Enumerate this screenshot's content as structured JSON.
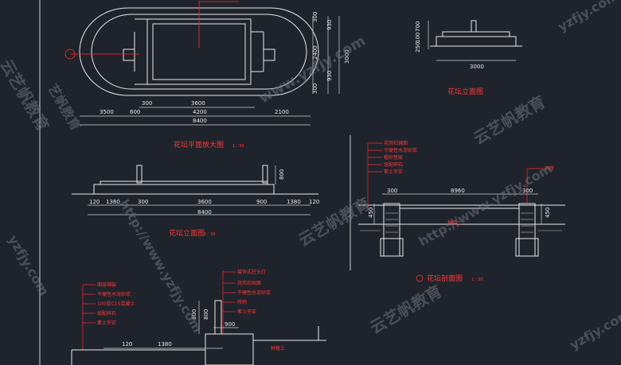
{
  "plan": {
    "title": "花坛平面放大图",
    "scale": "1：30",
    "horiz_top_dims": [
      "300",
      "3600"
    ],
    "horiz_mid_dims": [
      "3500",
      "600",
      "4200",
      "2100"
    ],
    "horiz_total": "8400",
    "vert_dims_left": [
      "300",
      "930",
      "2400",
      "930",
      "300"
    ],
    "vert_total": "3000",
    "vert_right_dims": [
      "300",
      "930",
      "2400",
      "300"
    ]
  },
  "front_elevation": {
    "title": "花坛立面图",
    "scale": "1：30",
    "height_dim": "800",
    "bottom_dims": [
      "120",
      "1380",
      "300",
      "3600",
      "900",
      "1380",
      "120"
    ],
    "total": "8400"
  },
  "side_elevation": {
    "title": "花坛立面图",
    "vert_dims": [
      "700",
      "100",
      "250"
    ],
    "width": "3000"
  },
  "section": {
    "title": "花坛剖面图",
    "scale": "1：30",
    "labels": [
      "花岗石铺面",
      "干硬性水泥砂浆",
      "粗砂垫层",
      "级配碎石",
      "素土夯实"
    ],
    "right_label": "碎砖",
    "fill_label": "种植土",
    "dims": [
      "300",
      "8960",
      "300"
    ],
    "heights": [
      "450",
      "450"
    ]
  },
  "detail": {
    "left_labels": [
      "面层铺装",
      "干硬性水泥砂浆",
      "100厚C15混凝土",
      "级配碎石",
      "素土夯实"
    ],
    "right_labels": [
      "装饰式柱头灯",
      "花岗石贴面",
      "干硬性水泥砂浆",
      "砖砌",
      "素土夯实"
    ],
    "dims": [
      "120",
      "1380",
      "900"
    ],
    "heights": [
      "800",
      "800"
    ],
    "fill_label": "种植土"
  },
  "watermarks": [
    "云艺帆教育",
    "www.yzfjy.com",
    "云艺帆教育",
    "http://www.yzfjy.com",
    "云艺帆教育",
    "http://www.yzfjy.com",
    "云艺帆教育",
    "yzfjy.com",
    "yzfjy.com",
    "艺帆教育",
    "yzfjy.com"
  ],
  "colors": {
    "background": "#1f232b",
    "lines": "#e9e9e9",
    "dims": "#d0d0d0",
    "leader": "#ff2a2a",
    "text_red": "#ff3838"
  }
}
